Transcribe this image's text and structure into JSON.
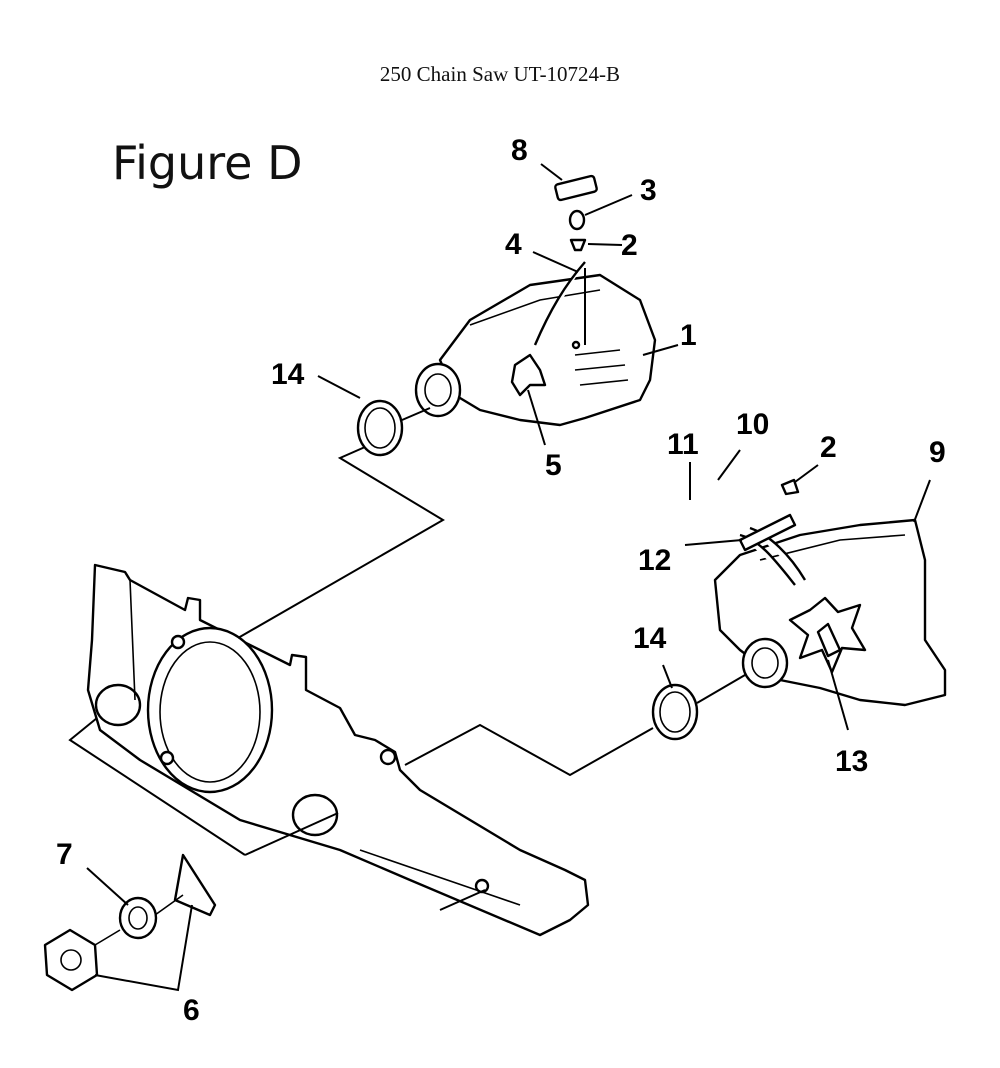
{
  "header": {
    "title": "250 Chain Saw UT-10724-B"
  },
  "figure": {
    "label": "Figure D"
  },
  "callouts": {
    "c1": "1",
    "c2a": "2",
    "c2b": "2",
    "c3": "3",
    "c4": "4",
    "c5": "5",
    "c6": "6",
    "c7": "7",
    "c8": "8",
    "c9": "9",
    "c10": "10",
    "c11": "11",
    "c12": "12",
    "c13": "13",
    "c14a": "14",
    "c14b": "14"
  }
}
